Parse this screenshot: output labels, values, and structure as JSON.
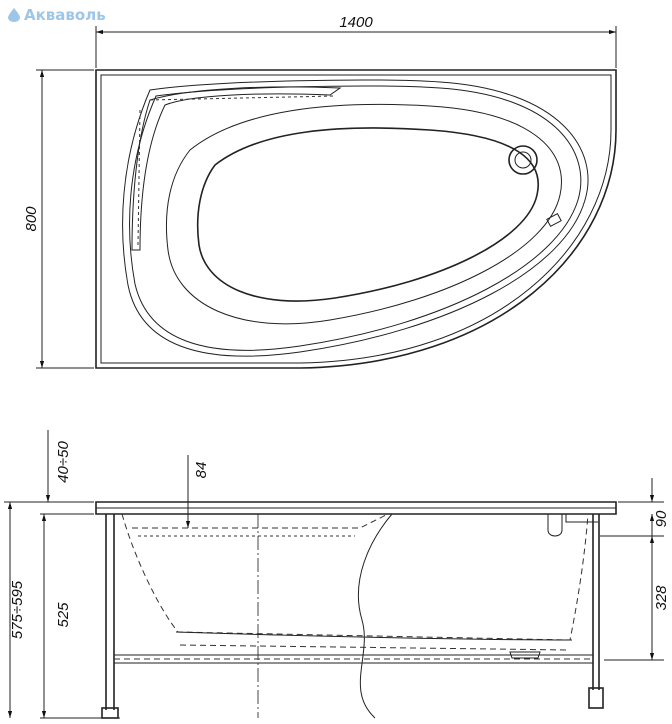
{
  "logo": {
    "text": "Акваволь",
    "color": "#9ec6e8"
  },
  "dimensions": {
    "top_length": "1400",
    "top_width": "800",
    "side_rim": "40÷50",
    "side_84": "84",
    "side_90": "90",
    "side_328": "328",
    "side_525": "525",
    "side_total": "575÷595"
  }
}
